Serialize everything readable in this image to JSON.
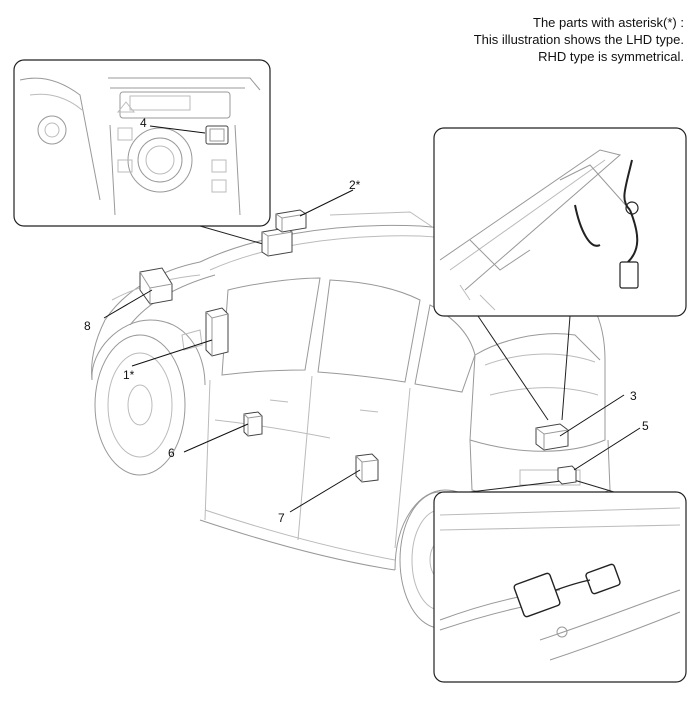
{
  "note": {
    "line1": "The parts with asterisk(*) :",
    "line2": "This illustration shows the LHD type.",
    "line3": "RHD type is symmetrical."
  },
  "callouts": {
    "c1": "1*",
    "c2": "2*",
    "c3": "3",
    "c4": "4",
    "c5": "5",
    "c6": "6",
    "c7": "7",
    "c8": "8"
  }
}
